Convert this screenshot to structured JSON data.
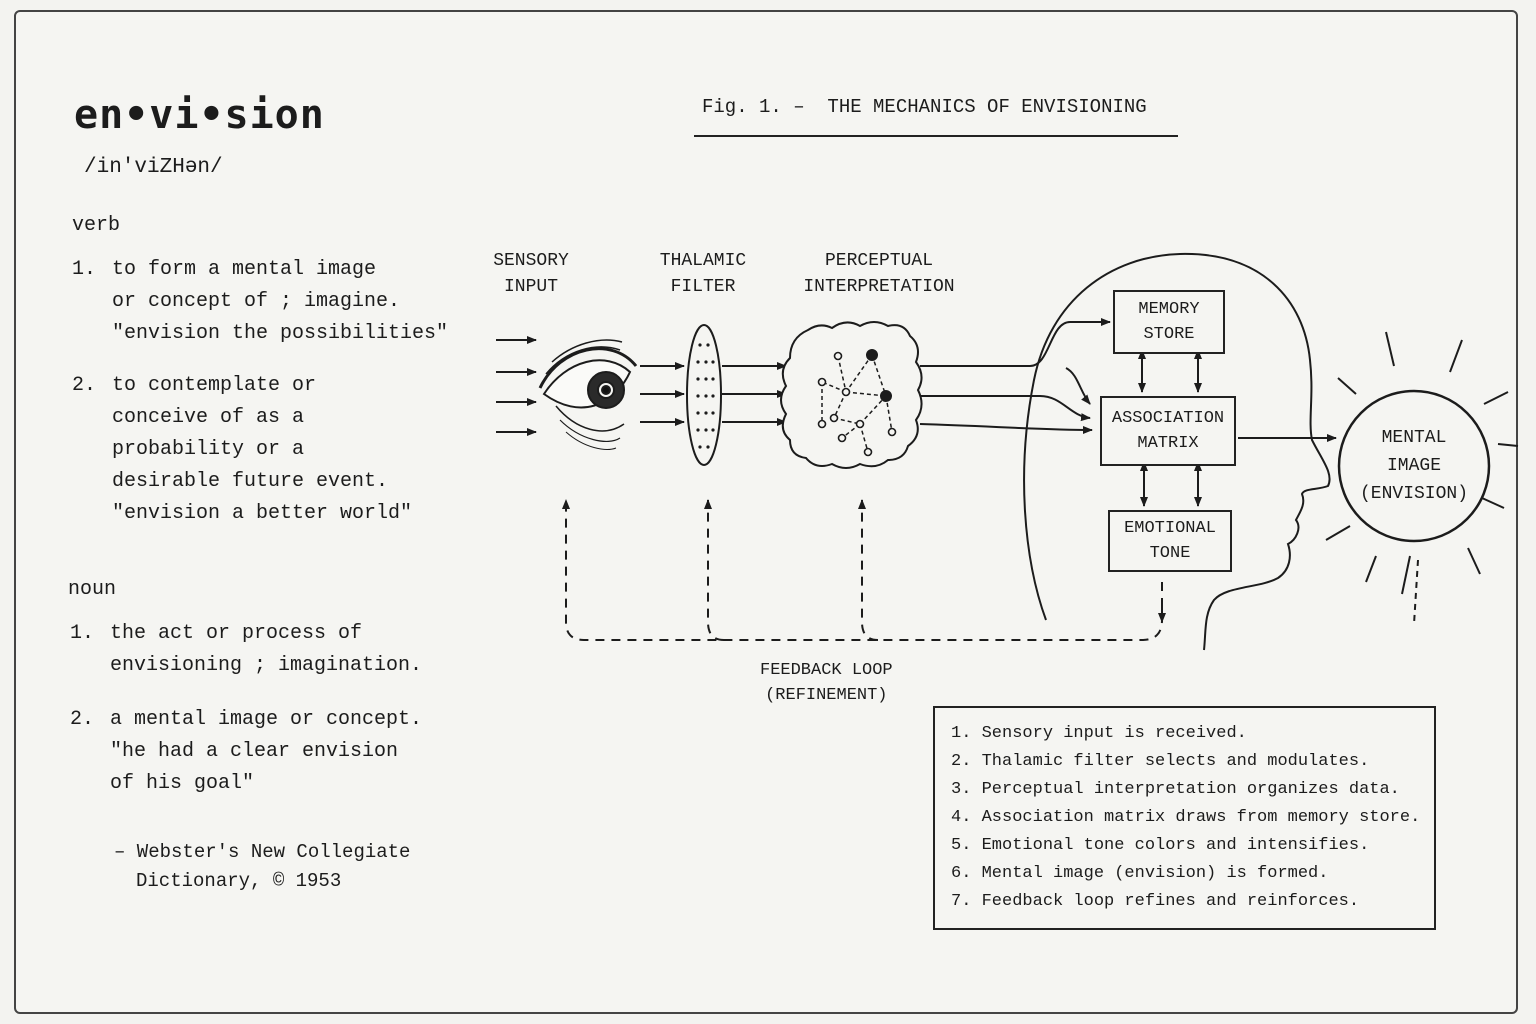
{
  "entry": {
    "headword": "en•vi•sion",
    "pronunciation": "/in'viZHən/",
    "verb": {
      "label": "verb",
      "senses": [
        {
          "num": "1.",
          "lines": [
            "to form a mental image",
            "or concept of ; imagine.",
            "\"envision the possibilities\""
          ]
        },
        {
          "num": "2.",
          "lines": [
            "to contemplate or",
            "conceive of as a",
            "probability or a",
            "desirable future event.",
            "\"envision a better world\""
          ]
        }
      ]
    },
    "noun": {
      "label": "noun",
      "senses": [
        {
          "num": "1.",
          "lines": [
            "the act or process of",
            "envisioning ; imagination."
          ]
        },
        {
          "num": "2.",
          "lines": [
            "a mental image or concept.",
            "\"he had a clear envision",
            "of his goal\""
          ]
        }
      ]
    },
    "attribution": [
      "– Webster's New Collegiate",
      "Dictionary, © 1953"
    ]
  },
  "figure": {
    "title": "Fig. 1. –  THE MECHANICS OF ENVISIONING",
    "stages": {
      "sensory": [
        "SENSORY",
        "INPUT"
      ],
      "thalamic": [
        "THALAMIC",
        "FILTER"
      ],
      "perceptual": [
        "PERCEPTUAL",
        "INTERPRETATION"
      ]
    },
    "boxes": {
      "memory": [
        "MEMORY",
        "STORE"
      ],
      "association": [
        "ASSOCIATION",
        "MATRIX"
      ],
      "emotional": [
        "EMOTIONAL",
        "TONE"
      ]
    },
    "mental_image": [
      "MENTAL",
      "IMAGE",
      "(ENVISION)"
    ],
    "feedback": [
      "FEEDBACK LOOP",
      "(REFINEMENT)"
    ],
    "steps": [
      "1. Sensory input is received.",
      "2. Thalamic filter selects and modulates.",
      "3. Perceptual interpretation organizes data.",
      "4. Association matrix draws from memory store.",
      "5. Emotional tone colors and intensifies.",
      "6. Mental image (envision) is formed.",
      "7. Feedback loop refines and reinforces."
    ]
  },
  "colors": {
    "ink": "#1c1c1c",
    "paper": "#f5f5f2"
  }
}
